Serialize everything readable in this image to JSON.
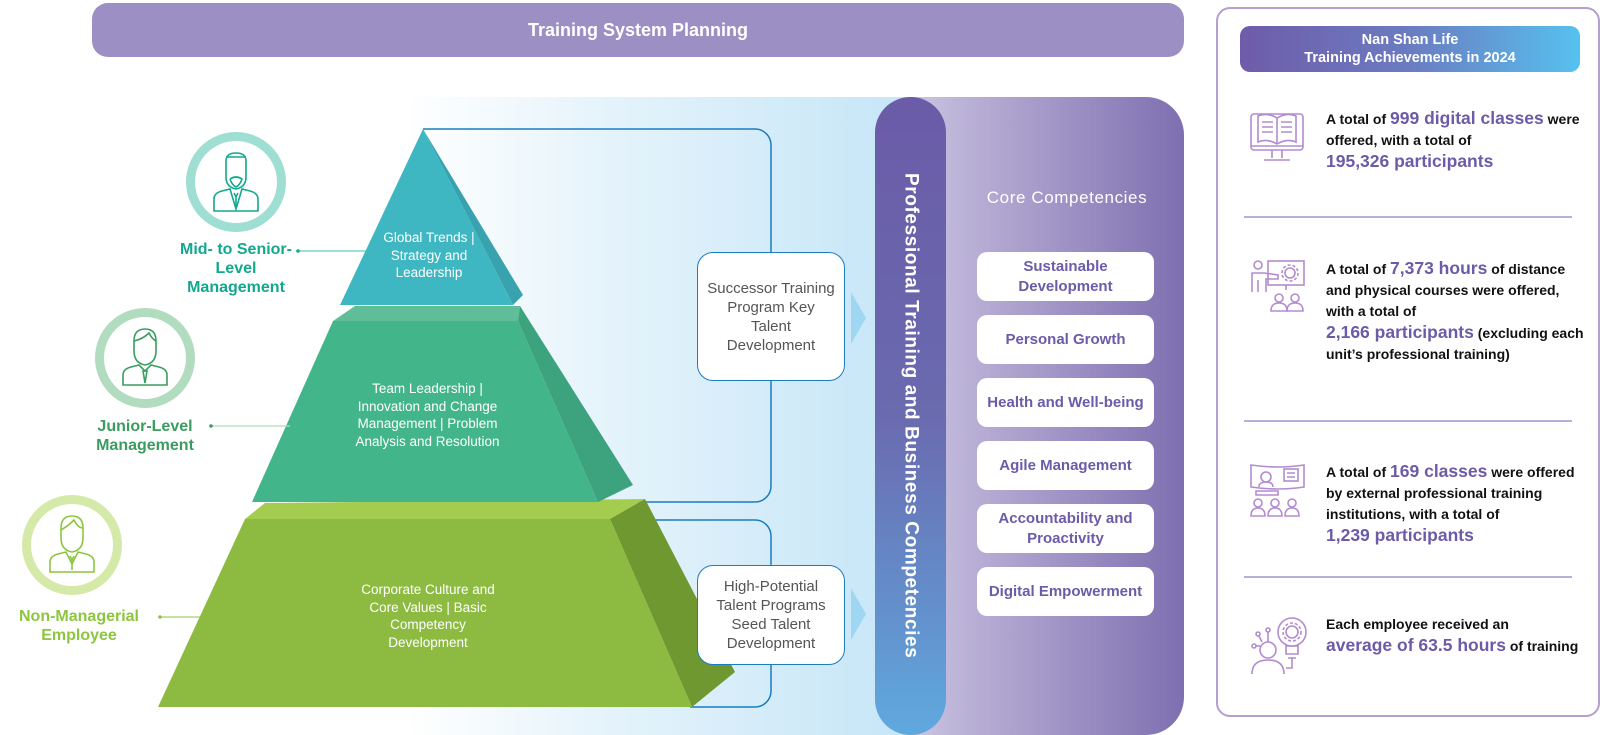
{
  "banner": {
    "title": "Training System Planning"
  },
  "levels": [
    {
      "label": "Mid- to Senior-Level Management",
      "color": "#13a88e",
      "ring": "#9fded3",
      "icon": "executive-avatar-icon"
    },
    {
      "label": "Junior-Level Management",
      "color": "#3a9d5f",
      "ring": "#b2dcc0",
      "icon": "manager-avatar-icon"
    },
    {
      "label": "Non-Managerial Employee",
      "color": "#8cc63f",
      "ring": "#d5e9a9",
      "icon": "employee-avatar-icon"
    }
  ],
  "pyramid": {
    "top": "Global Trends | Strategy and Leadership",
    "middle": "Team Leadership | Innovation and Change Management | Problem Analysis and Resolution",
    "bottom": "Corporate Culture and Core Values | Basic Competency Development",
    "colors": {
      "top": "#3fb7c2",
      "middle": "#43b58a",
      "bottom": "#8dbb41"
    }
  },
  "programs": [
    {
      "label": "Successor Training Program Key Talent Development"
    },
    {
      "label": "High-Potential Talent Programs Seed Talent Development"
    }
  ],
  "vertical_label": "Professional Training and Business Competencies",
  "core": {
    "title": "Core Competencies",
    "items": [
      "Sustainable Development",
      "Personal Growth",
      "Health and Well-being",
      "Agile Management",
      "Accountability and Proactivity",
      "Digital Empowerment"
    ]
  },
  "achievements": {
    "header_line1": "Nan Shan Life",
    "header_line2": "Training Achievements in 2024",
    "items": [
      {
        "icon": "digital-book-monitor-icon",
        "pre": "A total of ",
        "hl1": "999 digital classes",
        "mid": " were offered, with a total of ",
        "hl2": "195,326 participants",
        "post": ""
      },
      {
        "icon": "presenter-gear-icon",
        "pre": "A total of ",
        "hl1": "7,373 hours",
        "mid": " of distance and physical courses were offered, with a total of ",
        "hl2": "2,166 participants",
        "post": " (excluding each unit’s professional training)"
      },
      {
        "icon": "classroom-icon",
        "pre": "A total of ",
        "hl1": "169 classes",
        "mid": " were offered by external professional training institutions, with a total of ",
        "hl2": "1,239 participants",
        "post": ""
      },
      {
        "icon": "person-lightbulb-icon",
        "pre": "Each employee received an ",
        "hl1": "average of 63.5 hours",
        "mid": " of training",
        "hl2": "",
        "post": ""
      }
    ]
  }
}
